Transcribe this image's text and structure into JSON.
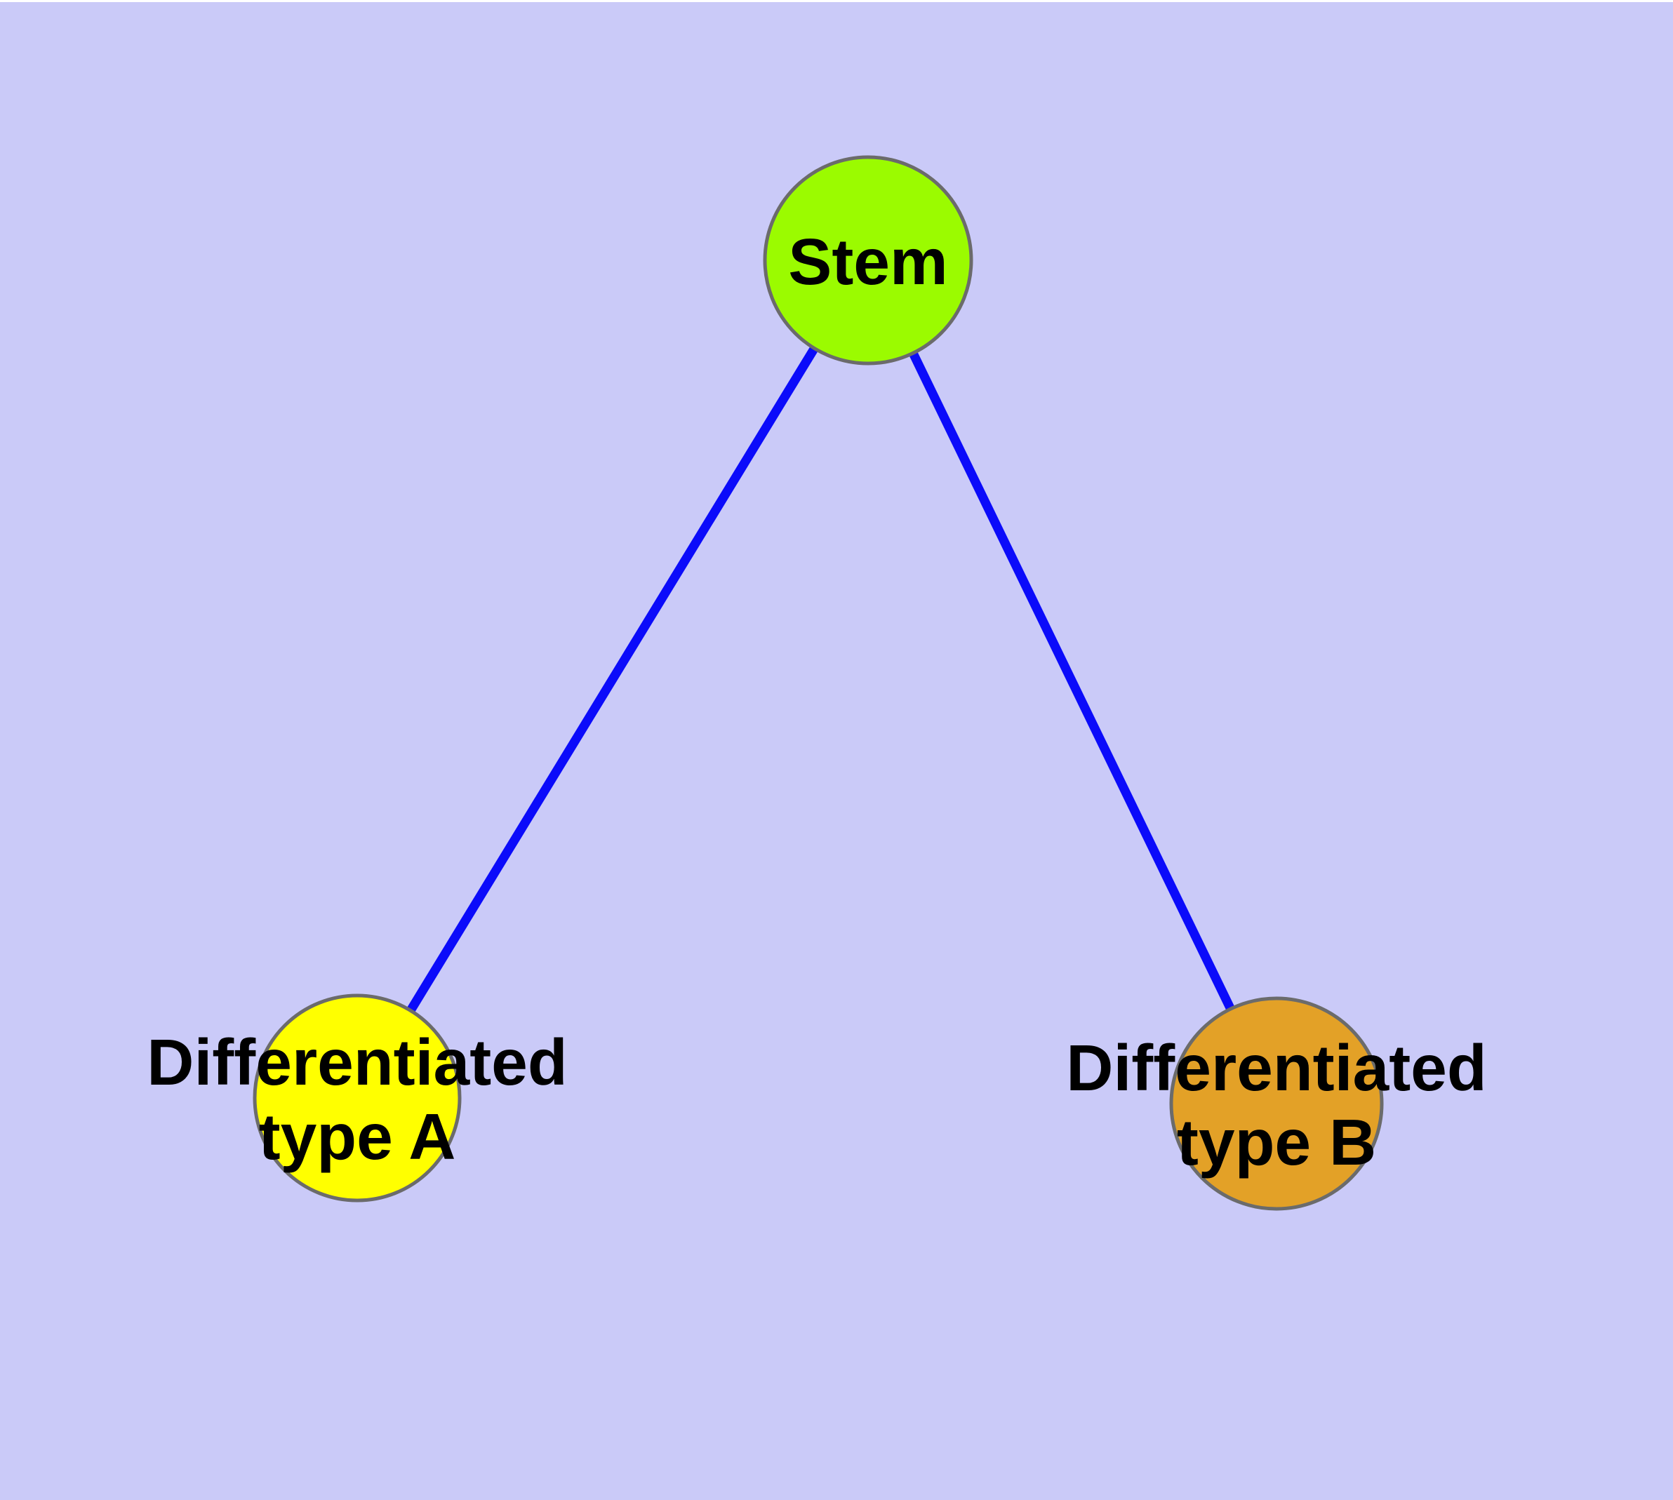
{
  "diagram": {
    "kind": "node-link-graph",
    "node_shape": "circle",
    "edge_style": "straight-line"
  },
  "colors": {
    "background": "#CACAF8",
    "top_margin": "#FFFFFF",
    "edge": "#0B0BFA",
    "node_border": "#6B6B6B",
    "label_text": "#000000"
  },
  "nodes": [
    {
      "id": "stem",
      "label": "Stem",
      "lines": [
        "Stem"
      ],
      "fill": "#9BFB00"
    },
    {
      "id": "differentiated-type-a",
      "label": "Differentiated type A",
      "lines": [
        "Differentiated",
        "type A"
      ],
      "fill": "#FFFF00"
    },
    {
      "id": "differentiated-type-b",
      "label": "Differentiated type B",
      "lines": [
        "Differentiated",
        "type B"
      ],
      "fill": "#E3A127"
    }
  ],
  "edges": [
    {
      "from": "stem",
      "to": "differentiated-type-a"
    },
    {
      "from": "stem",
      "to": "differentiated-type-b"
    }
  ]
}
